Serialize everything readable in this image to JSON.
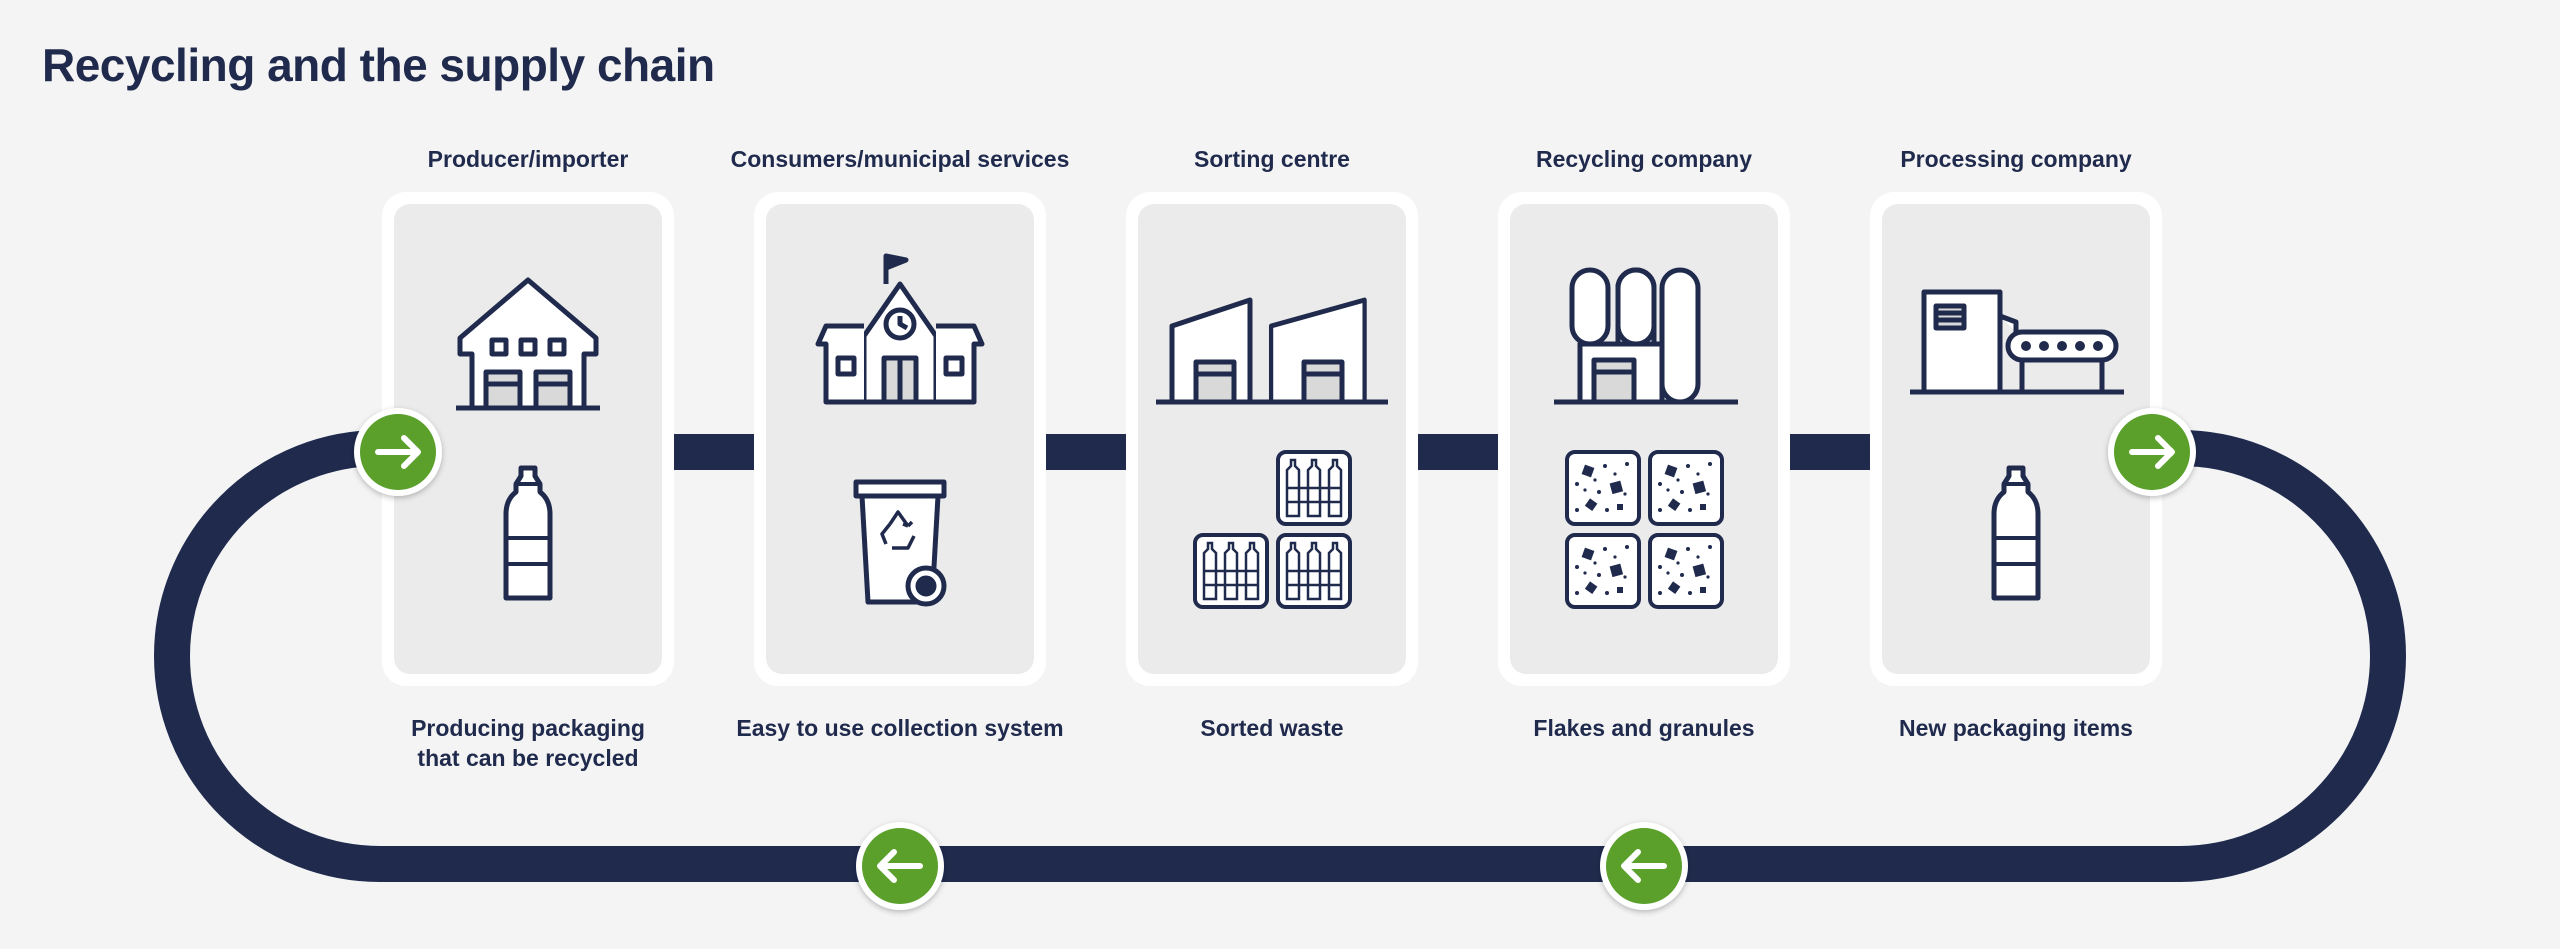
{
  "title": "Recycling and the supply chain",
  "colors": {
    "navy": "#1f2a4d",
    "green": "#5aa02c",
    "card_outer": "#ffffff",
    "card_inner": "#ebebeb",
    "background": "#f4f4f4"
  },
  "stages": [
    {
      "title": "Producer/importer",
      "caption": "Producing packaging\nthat can be recycled",
      "icons": [
        "warehouse-icon",
        "bottle-icon"
      ]
    },
    {
      "title": "Consumers/municipal services",
      "caption": "Easy to use collection system",
      "icons": [
        "school-building-icon",
        "recycling-bin-icon"
      ]
    },
    {
      "title": "Sorting centre",
      "caption": "Sorted waste",
      "icons": [
        "sorting-sheds-icon",
        "bottle-bales-icon"
      ]
    },
    {
      "title": "Recycling company",
      "caption": "Flakes and granules",
      "icons": [
        "silo-factory-icon",
        "flake-bales-icon"
      ]
    },
    {
      "title": "Processing company",
      "caption": "New packaging items",
      "icons": [
        "conveyor-machine-icon",
        "bottle-icon"
      ]
    }
  ],
  "flow_arrows": [
    {
      "icon": "arrow-right-icon"
    },
    {
      "icon": "arrow-right-icon"
    },
    {
      "icon": "arrow-left-icon"
    },
    {
      "icon": "arrow-left-icon"
    }
  ]
}
